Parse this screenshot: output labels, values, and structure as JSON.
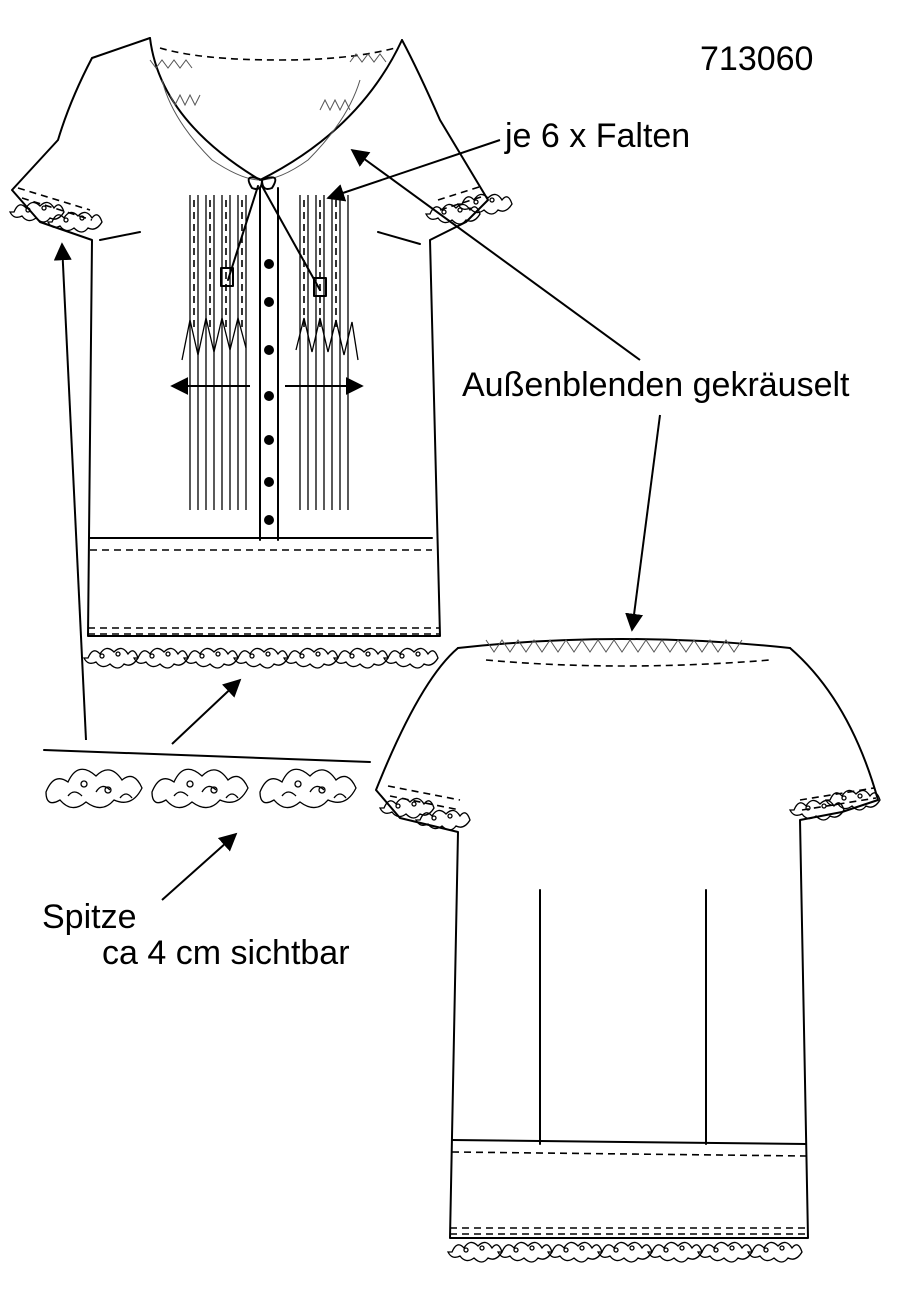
{
  "labels": {
    "model_number": "713060",
    "pleats": "je 6 x Falten",
    "facings": "Außenblenden gekräuselt",
    "lace_title": "Spitze",
    "lace_detail": "ca 4 cm sichtbar"
  },
  "colors": {
    "line": "#000000",
    "background": "#ffffff"
  }
}
